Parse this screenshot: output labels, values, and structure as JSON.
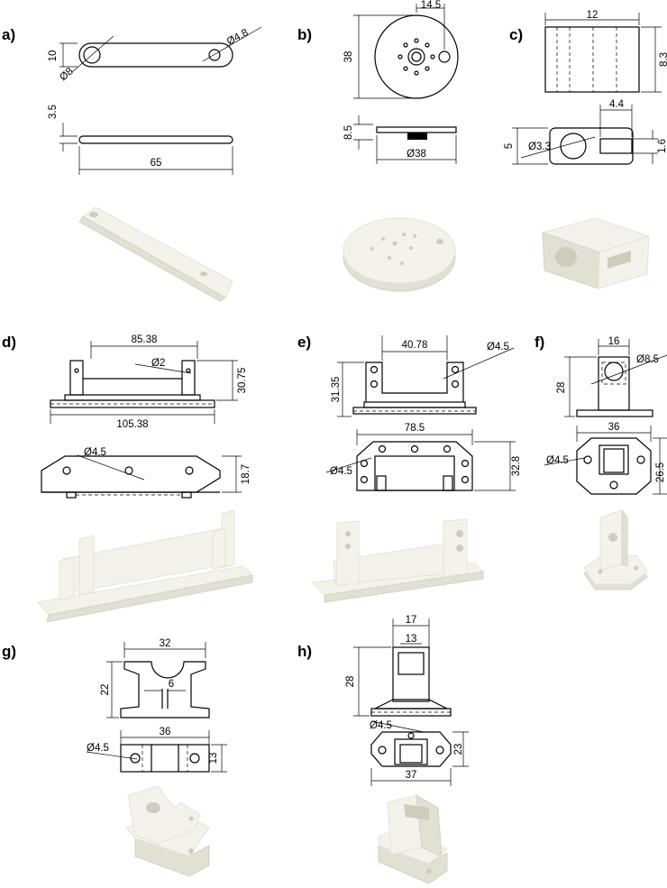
{
  "panels": {
    "a": {
      "label": "a)",
      "dims": {
        "width": "10",
        "hole_large": "Ø8",
        "hole_small": "Ø4.8",
        "thickness": "3.5",
        "length": "65"
      }
    },
    "b": {
      "label": "b)",
      "dims": {
        "offset": "14.5",
        "diameter_front": "38",
        "height": "8.5",
        "diameter_side": "Ø38"
      }
    },
    "c": {
      "label": "c)",
      "dims": {
        "width": "12",
        "height": "8.3",
        "slot_width": "4.4",
        "depth": "5",
        "hole": "Ø3.3",
        "slot_height": "1.6"
      }
    },
    "d": {
      "label": "d)",
      "dims": {
        "inner_span": "85.38",
        "pin_hole": "Ø2",
        "height": "30.75",
        "length": "105.38",
        "mount_hole": "Ø4.5",
        "depth": "18.7"
      }
    },
    "e": {
      "label": "e)",
      "dims": {
        "inner_span": "40.78",
        "hole_top": "Ø4.5",
        "height": "31.35",
        "length": "78.5",
        "hole_bottom": "Ø4.5",
        "depth": "32.8"
      }
    },
    "f": {
      "label": "f)",
      "dims": {
        "width": "16",
        "hole": "Ø8.5",
        "height": "28",
        "base_width": "36",
        "mount_hole": "Ø4.5",
        "depth": "26.5"
      }
    },
    "g": {
      "label": "g)",
      "dims": {
        "width": "32",
        "height": "22",
        "gap": "6",
        "length": "36",
        "hole": "Ø4.5",
        "depth": "13"
      }
    },
    "h": {
      "label": "h)",
      "dims": {
        "outer_width": "17",
        "inner_width": "13",
        "height": "28",
        "hole": "Ø4.5",
        "depth": "23",
        "base_length": "37"
      }
    }
  }
}
